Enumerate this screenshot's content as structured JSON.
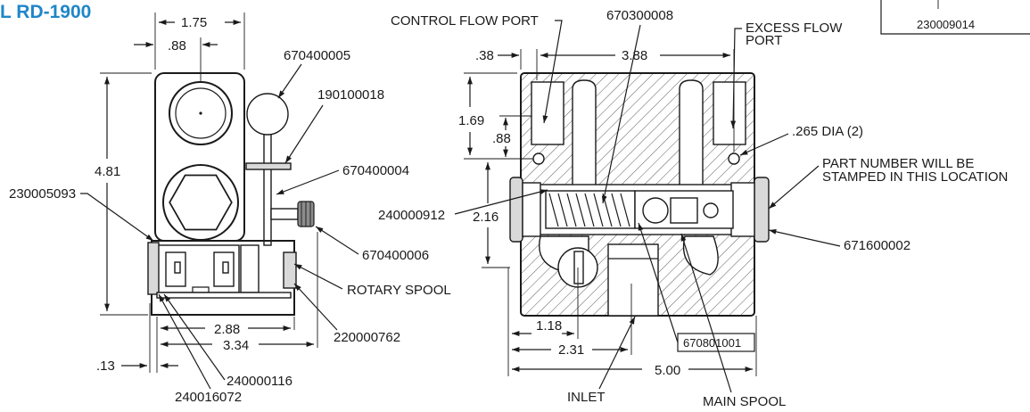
{
  "title": "L RD-1900",
  "corner_note": "230009014",
  "side_view": {
    "dimensions": {
      "overall_width": "1.75",
      "half_width": ".88",
      "height": "4.81",
      "spool_width": "2.88",
      "spool_overall": "3.34",
      "offset": ".13"
    },
    "part_labels": {
      "knob": "670400005",
      "pin": "190100018",
      "handle": "670400004",
      "left_fitting": "230005093",
      "adjust_screw": "670400006",
      "rotary_spool": "ROTARY SPOOL",
      "seal_right": "220000762",
      "seal_left": "240000116",
      "oring": "240016072"
    }
  },
  "section_view": {
    "dimensions": {
      "left_offset": ".38",
      "port_spacing": "3.88",
      "port_depth": "1.69",
      "port_depth_small": ".88",
      "spool_height": "2.16",
      "inlet_x1": "1.18",
      "inlet_x2": "2.31",
      "overall_width": "5.00"
    },
    "part_labels": {
      "control_port": "CONTROL FLOW PORT",
      "spring_top": "670300008",
      "excess_port_line1": "EXCESS FLOW",
      "excess_port_line2": "PORT",
      "hole": ".265 DIA (2)",
      "stamp_line1": "PART NUMBER WILL BE",
      "stamp_line2": "STAMPED IN THIS LOCATION",
      "spring": "240000912",
      "plug": "671600002",
      "spool_box": "670801001",
      "inlet": "INLET",
      "main_spool": "MAIN SPOOL"
    }
  }
}
